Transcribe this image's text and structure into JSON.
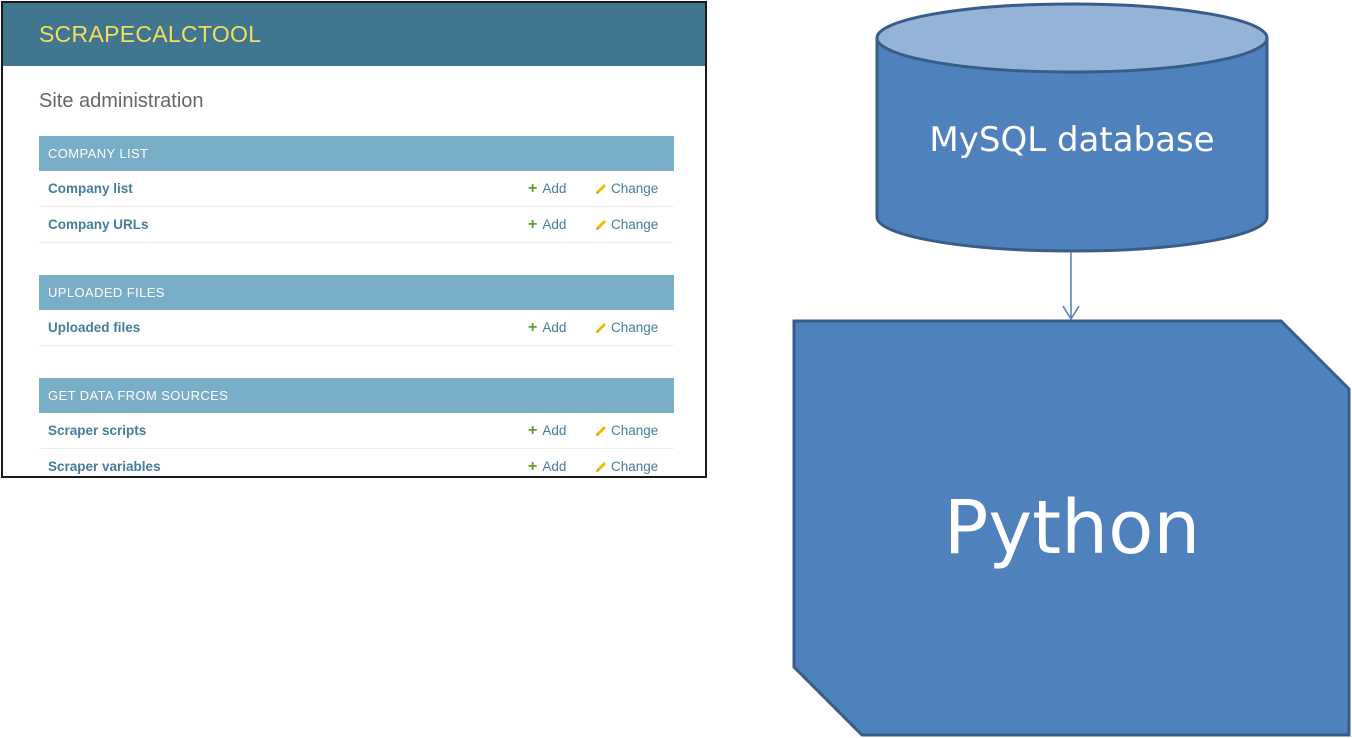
{
  "admin": {
    "brand": "SCRAPECALCTOOL",
    "page_title": "Site administration",
    "action_add_label": "Add",
    "action_change_label": "Change",
    "modules": [
      {
        "caption": "COMPANY LIST",
        "models": [
          "Company list",
          "Company URLs"
        ]
      },
      {
        "caption": "UPLOADED FILES",
        "models": [
          "Uploaded files"
        ]
      },
      {
        "caption": "GET DATA FROM SOURCES",
        "models": [
          "Scraper scripts",
          "Scraper variables"
        ]
      }
    ],
    "colors": {
      "header_bg": "#417690",
      "brand_text": "#f5dd5d",
      "module_caption_bg": "#79aec8",
      "link": "#447e9b",
      "add_icon": "#5aa02c",
      "change_icon": "#efb80b"
    },
    "icons": {
      "add": "plus-icon",
      "change": "pencil-icon"
    }
  },
  "diagram": {
    "database_label": "MySQL database",
    "process_label": "Python",
    "colors": {
      "shape_fill": "#4f81bd",
      "shape_top_fill": "#95b3d7",
      "shape_stroke": "#385d8a",
      "label_text": "#ffffff"
    }
  }
}
